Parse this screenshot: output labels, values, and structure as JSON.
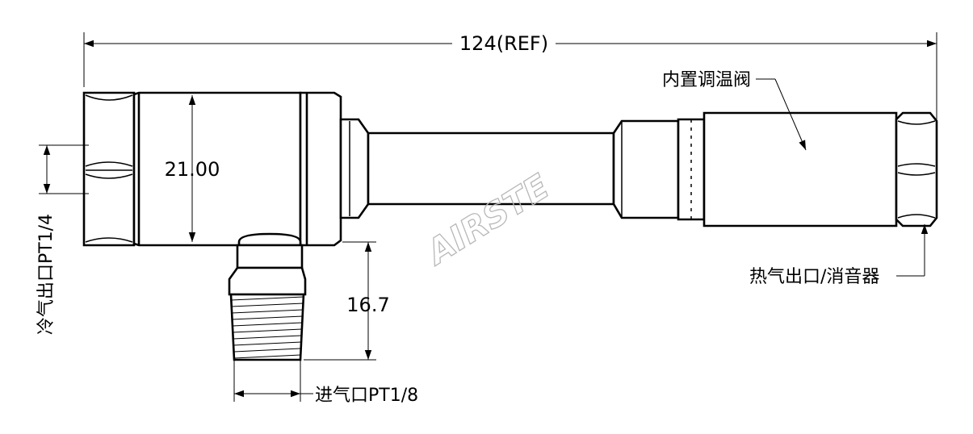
{
  "dimensions": {
    "overall_length": "124(REF)",
    "body_diameter": "21.00",
    "inlet_height": "16.7"
  },
  "labels": {
    "thermostatic_valve": "内置调温阀",
    "hot_outlet": "热气出口/消音器",
    "cold_outlet": "冷气出口PT1/4",
    "inlet": "进气口PT1/8"
  },
  "watermark": "AIRSTE"
}
